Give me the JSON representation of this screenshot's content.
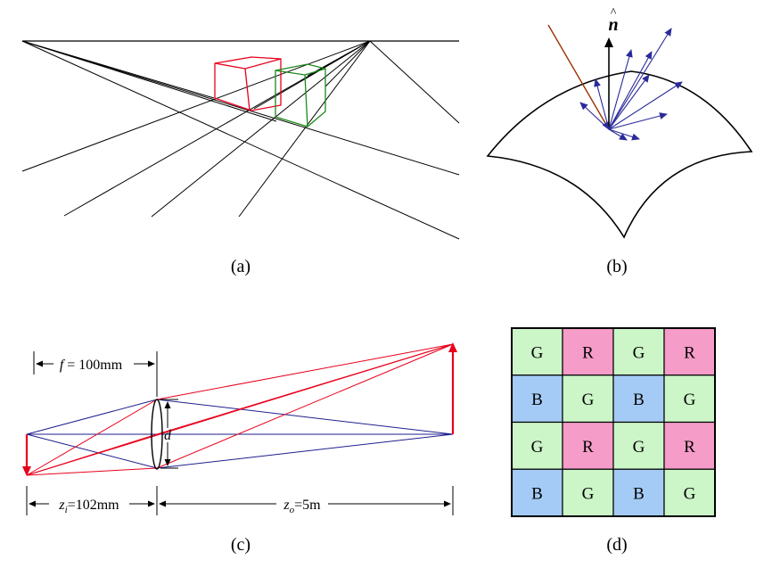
{
  "captions": {
    "a": "(a)",
    "b": "(b)",
    "c": "(c)",
    "d": "(d)"
  },
  "panel_b": {
    "normal_label": "n",
    "hat": "^"
  },
  "panel_c": {
    "f_var": "f",
    "f_value": " = 100mm",
    "d_label": "d",
    "zi_var": "z",
    "zi_sub": "i",
    "zi_value": "=102mm",
    "zo_var": "z",
    "zo_sub": "o",
    "zo_value": "=5m"
  },
  "panel_d": {
    "rows": [
      [
        "G",
        "R",
        "G",
        "R"
      ],
      [
        "B",
        "G",
        "B",
        "G"
      ],
      [
        "G",
        "R",
        "G",
        "R"
      ],
      [
        "B",
        "G",
        "B",
        "G"
      ]
    ],
    "colors": {
      "G": "#ccf5c8",
      "R": "#f59cc8",
      "B": "#a4cbf5"
    }
  },
  "colors": {
    "red": "#e8001c",
    "green": "#1a8a1a",
    "blue": "#1f1f8f",
    "brown": "#9a3000"
  }
}
